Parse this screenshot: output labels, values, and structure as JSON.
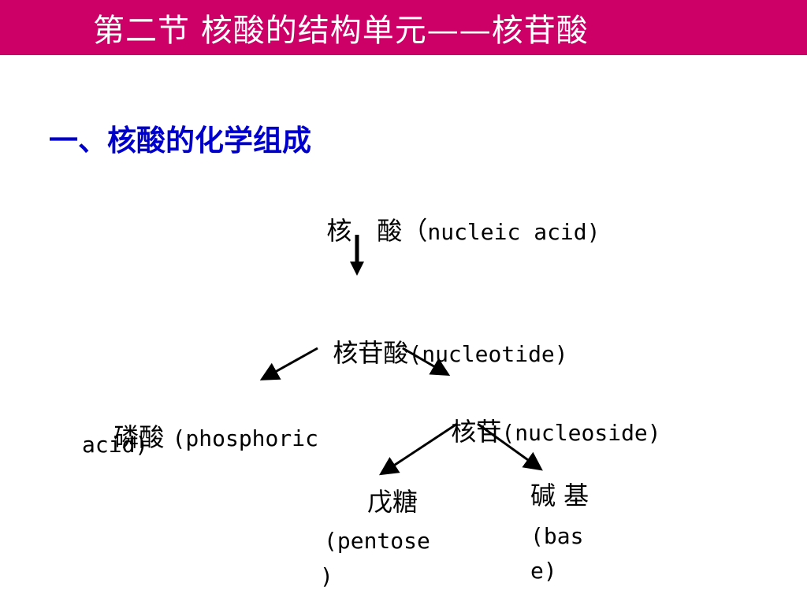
{
  "title": "第二节 核酸的结构单元——核苷酸",
  "section_heading": "一、核酸的化学组成",
  "nodes": {
    "nucleic_acid": {
      "cn": "核　酸（",
      "en": "nucleic acid)"
    },
    "nucleotide": {
      "cn": "核苷酸",
      "en": "(nucleotide)"
    },
    "phosphoric_acid": {
      "cn": "磷酸 ",
      "en": "(phosphoric",
      "en2": "acid)"
    },
    "nucleoside": {
      "cn": "核苷",
      "en": "(nucleoside)"
    },
    "pentose": {
      "cn": "戊糖",
      "en": "(pentose",
      "en2": ")"
    },
    "base": {
      "cn": "碱 基",
      "en": "(bas",
      "en2": "e)"
    }
  },
  "colors": {
    "title_bar": "#cc0066",
    "title_text": "#ffffff",
    "heading": "#0000cc",
    "arrow": "#000000"
  }
}
